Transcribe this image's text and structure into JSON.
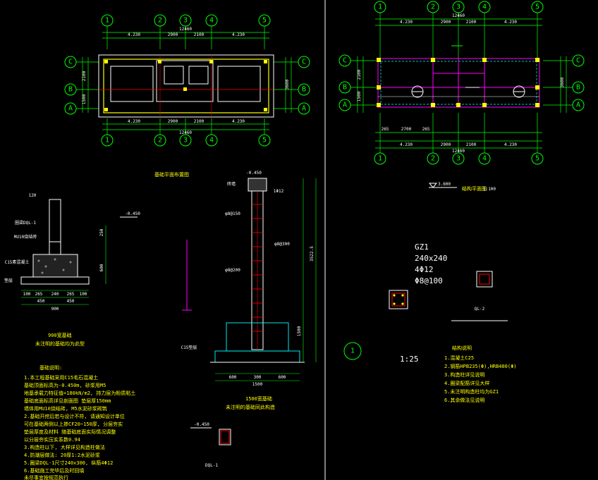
{
  "grid_axes": {
    "columns": [
      "1",
      "2",
      "3",
      "4",
      "5"
    ],
    "rows": [
      "C",
      "B",
      "A"
    ]
  },
  "dims": {
    "left_top": [
      "4.230",
      "2900",
      "2100",
      "4.230"
    ],
    "left_total": "12460",
    "right_top": [
      "4.230",
      "2900",
      "2100",
      "4.230"
    ],
    "right_total": "12460",
    "side": [
      "2100",
      "1500",
      "3600"
    ],
    "right_bottom_spans": [
      "265",
      "2700",
      "265"
    ]
  },
  "plans": {
    "foundation_title": "基础平面布置图",
    "elevation_mark": "3.600",
    "structure_plan_title": "结构平面图",
    "scale_right": "1:100"
  },
  "section_900": {
    "title": "900宽基础",
    "subtitle": "未注明的基础均为此型",
    "top_mark": "-0.450",
    "labels": [
      "圈梁DQL-1",
      "MU10烧结砖",
      "C15素混凝土",
      "垫层"
    ],
    "dims": [
      "100",
      "265",
      "240",
      "265",
      "100",
      "450",
      "450",
      "900",
      "600",
      "250",
      "120"
    ]
  },
  "section_1500": {
    "title": "1500宽基础",
    "subtitle": "未注明的基础同此构造",
    "top_mark": "-0.450",
    "bottom_dims": [
      "600",
      "300",
      "600",
      "1500"
    ],
    "labels": [
      "φ8@150",
      "φ8@300",
      "φ8@200",
      "1Φ12",
      "C15垫层",
      "砖墙"
    ],
    "right_dims": [
      "3522.5",
      "1500"
    ]
  },
  "gz1": {
    "name": "GZ1",
    "size": "240x240",
    "bars": "4Φ12",
    "stirrup": "Φ8@100"
  },
  "details": {
    "dql_label": "DQL-1",
    "ql_label": "QL-2",
    "detail_scale": "1:25",
    "detail_no": "1"
  },
  "notes_left": {
    "title": "基础说明:",
    "lines": [
      "1.本工程基础采用C15毛石混凝土",
      "  基础顶面标高为-0.450m, 砂浆用M5",
      "  地基承载力特征值=180kN/m2, 持力层为粉质粘土",
      "  基础底面标高详见剖面图 垫层厚150mm",
      "  墙体用MU10烧结砖, M5水泥砂浆砌筑",
      "2.基础开挖后若与设计不符, 请通知设计单位",
      "  可在基础两侧以上掺CF20~150厚, 分层夯实",
      "  垫层厚度及材料 随基础底面实际情况调整",
      "  以分层夯实压实系数0.94",
      "3.构造柱以下, 大样详见构造柱做法",
      "  4.防潮层做法: 20厚1:2水泥砂浆",
      "  5.圈梁DQL-1尺寸240x300, 纵筋4Φ12",
      "  6.基础施工完毕后及时回填",
      "  未尽事宜按规范执行"
    ]
  },
  "notes_right": {
    "title": "结构说明",
    "lines": [
      "1.混凝土C25",
      "2.钢筋HPB235(Φ),HRB400(Φ)",
      "3.构造柱详见说明",
      "4.圈梁配筋详见大样",
      "5.未注明构造柱均为GZ1",
      "6.其余做法见说明"
    ]
  },
  "colors": {
    "axis": "#00ff00",
    "wall": "#ffffff",
    "beam": "#ff00ff",
    "dimension": "#00ff00",
    "text": "#ffff00",
    "rebar": "#ff0000",
    "hatch": "#00ffff"
  }
}
